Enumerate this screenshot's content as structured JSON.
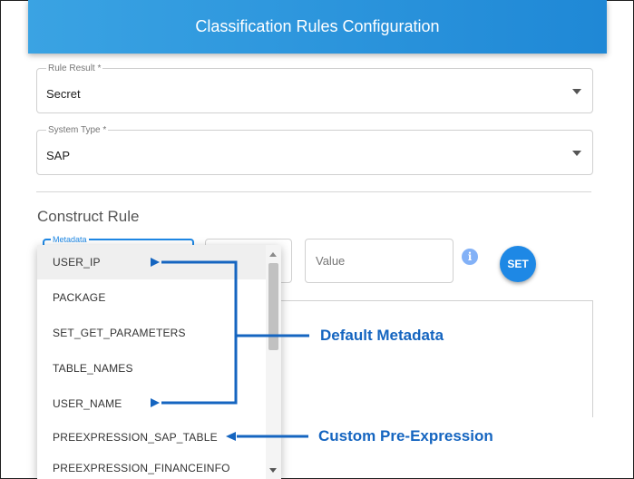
{
  "header": {
    "title": "Classification Rules Configuration"
  },
  "rule_result": {
    "label": "Rule Result *",
    "value": "Secret"
  },
  "system_type": {
    "label": "System Type *",
    "value": "SAP"
  },
  "construct": {
    "title": "Construct Rule",
    "metadata_label": "Metadata",
    "value_placeholder": "Value",
    "info_glyph": "i",
    "set_label": "SET"
  },
  "dropdown": {
    "items": [
      "USER_IP",
      "PACKAGE",
      "SET_GET_PARAMETERS",
      "TABLE_NAMES",
      "USER_NAME",
      "PREEXPRESSION_SAP_TABLE",
      "PREEXPRESSION_FINANCEINFO"
    ],
    "selected": "USER_IP"
  },
  "annotations": {
    "default_metadata": "Default Metadata",
    "custom_pre_expression": "Custom Pre-Expression",
    "color": "#1565c0"
  },
  "colors": {
    "accent": "#1e88e5",
    "header_start": "#3aa3e3",
    "header_end": "#1f88d6"
  }
}
